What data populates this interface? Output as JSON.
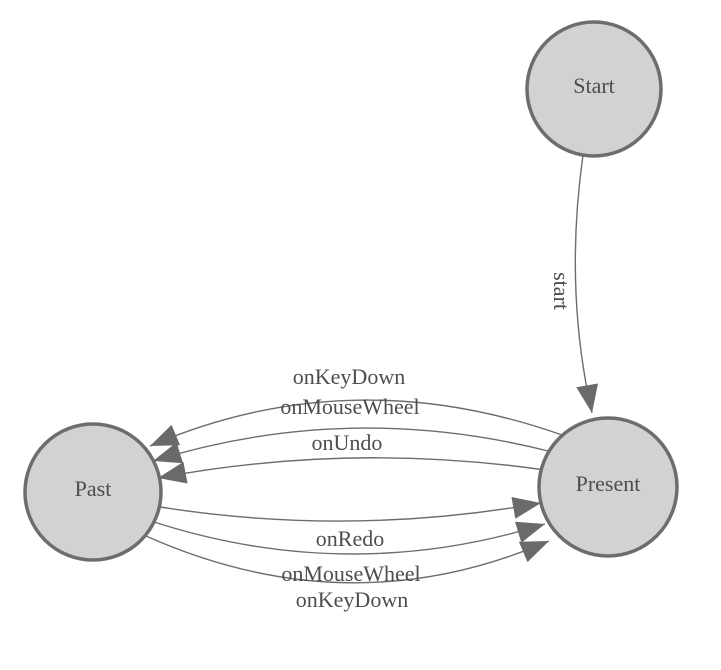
{
  "diagram": {
    "type": "state-machine",
    "background": "#ffffff",
    "colors": {
      "node_fill": "#d2d2d2",
      "node_border": "#6d6d6d",
      "edge_line": "#6d6d6d",
      "arrowhead": "#6a6a6a",
      "label_text": "#4d4d4d"
    },
    "nodes": [
      {
        "id": "start",
        "label": "Start"
      },
      {
        "id": "past",
        "label": "Past"
      },
      {
        "id": "present",
        "label": "Present"
      }
    ],
    "edges": [
      {
        "from": "start",
        "to": "present",
        "label": "start"
      },
      {
        "from": "present",
        "to": "past",
        "label": "onKeyDown"
      },
      {
        "from": "present",
        "to": "past",
        "label": "onMouseWheel"
      },
      {
        "from": "present",
        "to": "past",
        "label": "onUndo"
      },
      {
        "from": "past",
        "to": "present",
        "label": "onRedo"
      },
      {
        "from": "past",
        "to": "present",
        "label": "onMouseWheel"
      },
      {
        "from": "past",
        "to": "present",
        "label": "onKeyDown"
      }
    ]
  }
}
